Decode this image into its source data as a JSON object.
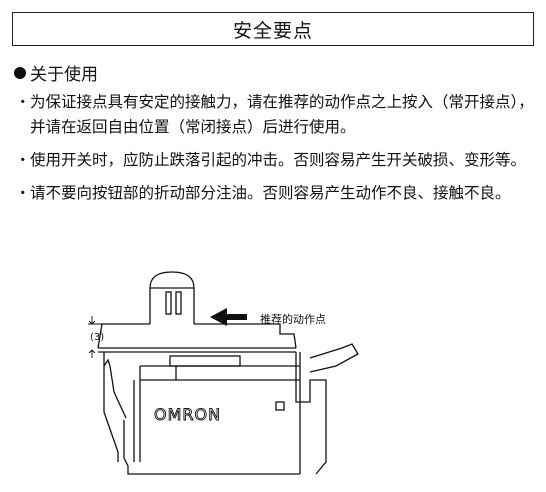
{
  "header": {
    "title": "安全要点"
  },
  "section": {
    "heading": "关于使用"
  },
  "bullets": [
    {
      "mark": "・",
      "text": "为保证接点具有安定的接触力，请在推荐的动作点之上按入（常开接点），并请在返回自由位置（常闭接点）后进行使用。"
    },
    {
      "mark": "・",
      "text": "使用开关时，应防止跌落引起的冲击。否则容易产生开关破损、变形等。"
    },
    {
      "mark": "・",
      "text": "请不要向按钮部的折动部分注油。否则容易产生动作不良、接触不良。"
    }
  ],
  "figure": {
    "callout": "推荐的动作点",
    "dimension": "(3)",
    "brand": "OMRON"
  }
}
